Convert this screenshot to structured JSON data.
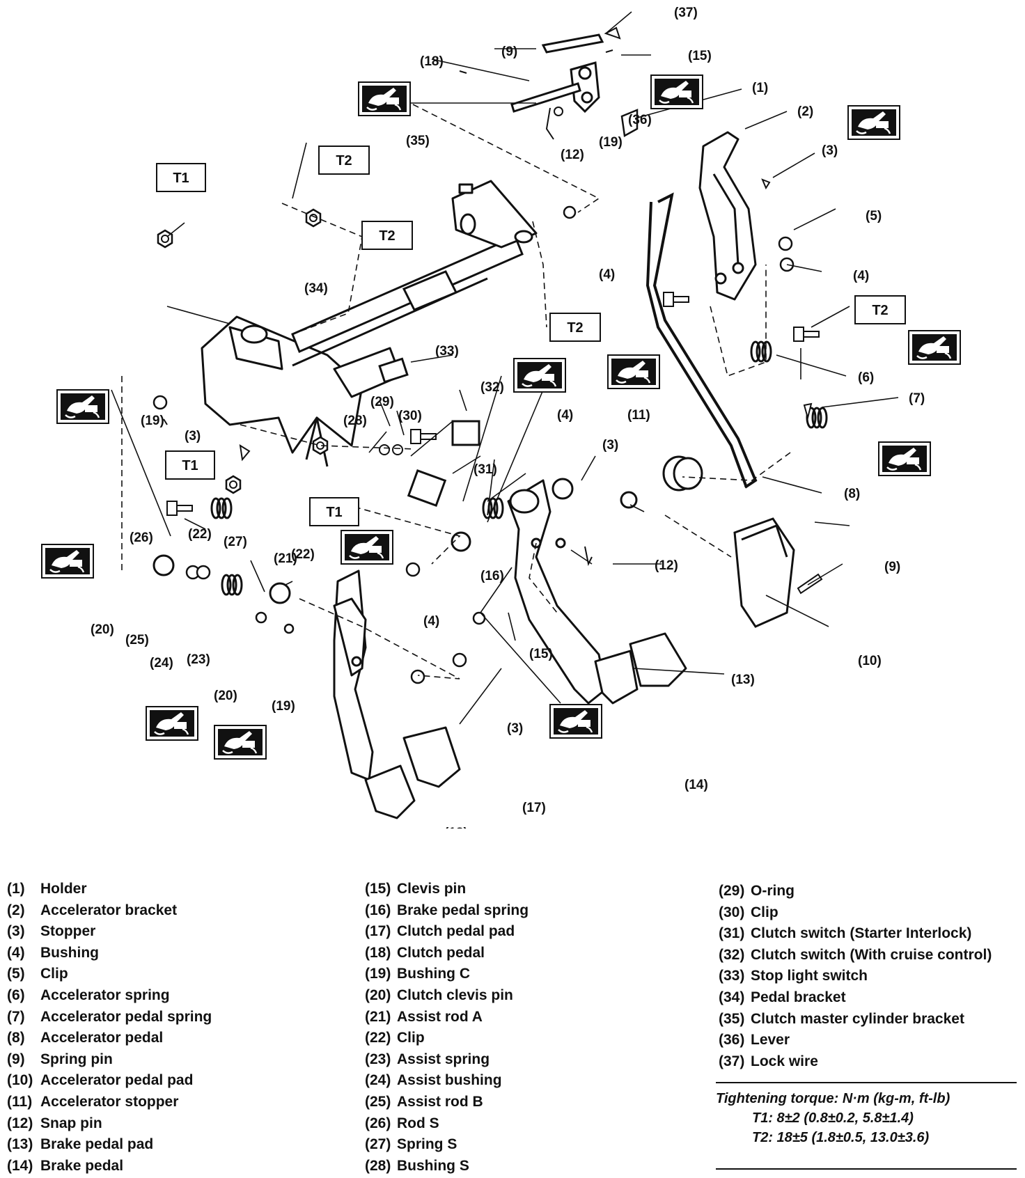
{
  "callouts": {
    "c1": "(1)",
    "c2": "(2)",
    "c3": "(3)",
    "c4": "(4)",
    "c5": "(5)",
    "c6": "(6)",
    "c7": "(7)",
    "c8": "(8)",
    "c9": "(9)",
    "c10": "(10)",
    "c11": "(11)",
    "c12": "(12)",
    "c13": "(13)",
    "c14": "(14)",
    "c15": "(15)",
    "c16": "(16)",
    "c17": "(17)",
    "c18": "(18)",
    "c19": "(19)",
    "c20": "(20)",
    "c21": "(21)",
    "c22": "(22)",
    "c23": "(23)",
    "c24": "(24)",
    "c25": "(25)",
    "c26": "(26)",
    "c27": "(27)",
    "c28": "(28)",
    "c29": "(29)",
    "c30": "(30)",
    "c31": "(31)",
    "c32": "(32)",
    "c33": "(33)",
    "c34": "(34)",
    "c35": "(35)",
    "c36": "(36)",
    "c37": "(37)"
  },
  "torque_boxes": {
    "t1": "T1",
    "t2": "T2"
  },
  "legend": {
    "col1": [
      {
        "num": "(1)",
        "name": "Holder"
      },
      {
        "num": "(2)",
        "name": "Accelerator bracket"
      },
      {
        "num": "(3)",
        "name": "Stopper"
      },
      {
        "num": "(4)",
        "name": "Bushing"
      },
      {
        "num": "(5)",
        "name": "Clip"
      },
      {
        "num": "(6)",
        "name": "Accelerator spring"
      },
      {
        "num": "(7)",
        "name": "Accelerator pedal spring"
      },
      {
        "num": "(8)",
        "name": "Accelerator pedal"
      },
      {
        "num": "(9)",
        "name": "Spring pin"
      },
      {
        "num": "(10)",
        "name": "Accelerator pedal pad"
      },
      {
        "num": "(11)",
        "name": "Accelerator stopper"
      },
      {
        "num": "(12)",
        "name": "Snap pin"
      },
      {
        "num": "(13)",
        "name": "Brake pedal pad"
      },
      {
        "num": "(14)",
        "name": "Brake pedal"
      }
    ],
    "col2": [
      {
        "num": "(15)",
        "name": "Clevis pin"
      },
      {
        "num": "(16)",
        "name": "Brake pedal spring"
      },
      {
        "num": "(17)",
        "name": "Clutch pedal pad"
      },
      {
        "num": "(18)",
        "name": "Clutch pedal"
      },
      {
        "num": "(19)",
        "name": "Bushing C"
      },
      {
        "num": "(20)",
        "name": "Clutch clevis pin"
      },
      {
        "num": "(21)",
        "name": "Assist rod A"
      },
      {
        "num": "(22)",
        "name": "Clip"
      },
      {
        "num": "(23)",
        "name": "Assist spring"
      },
      {
        "num": "(24)",
        "name": "Assist bushing"
      },
      {
        "num": "(25)",
        "name": "Assist rod B"
      },
      {
        "num": "(26)",
        "name": "Rod S"
      },
      {
        "num": "(27)",
        "name": "Spring S"
      },
      {
        "num": "(28)",
        "name": "Bushing S"
      }
    ],
    "col3": [
      {
        "num": "(29)",
        "name": "O-ring"
      },
      {
        "num": "(30)",
        "name": "Clip"
      },
      {
        "num": "(31)",
        "name": "Clutch switch (Starter Interlock)"
      },
      {
        "num": "(32)",
        "name": "Clutch switch (With cruise control)"
      },
      {
        "num": "(33)",
        "name": "Stop light switch"
      },
      {
        "num": "(34)",
        "name": "Pedal bracket"
      },
      {
        "num": "(35)",
        "name": "Clutch master cylinder bracket"
      },
      {
        "num": "(36)",
        "name": "Lever"
      },
      {
        "num": "(37)",
        "name": "Lock wire"
      }
    ]
  },
  "torque": {
    "heading": "Tightening torque: N·m (kg-m, ft-lb)",
    "t1": "T1: 8±2 (0.8±0.2, 5.8±1.4)",
    "t2": "T2: 18±5 (1.8±0.5, 13.0±3.6)"
  },
  "icons": {
    "grease": "grease-gun-icon"
  }
}
